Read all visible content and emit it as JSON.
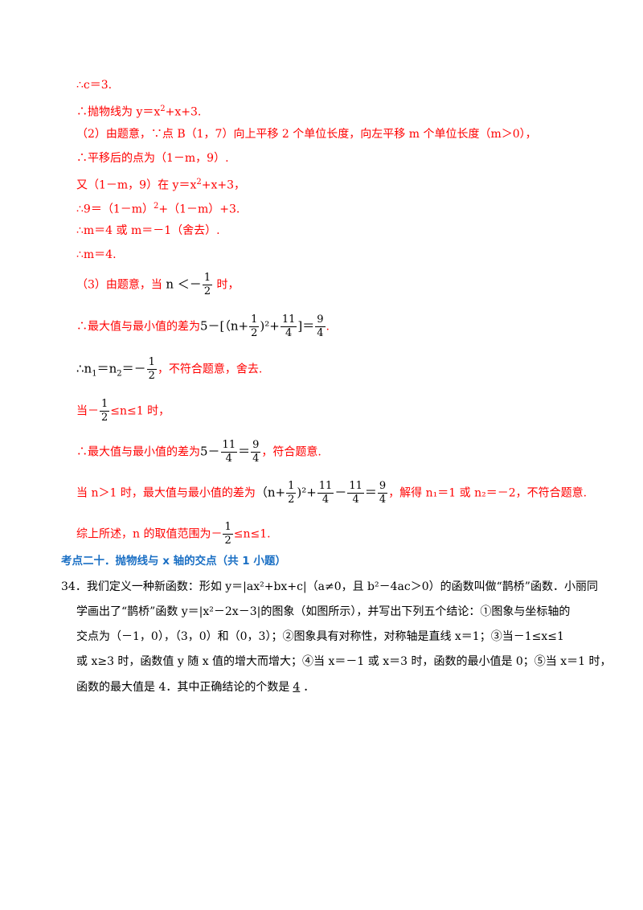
{
  "lines": {
    "l1": "∴c＝3.",
    "l2_prefix": "∴抛物线为 y＝x",
    "l2_suffix": "+x+3.",
    "l3": "（2）由题意，∵点 B（1，7）向上平移 2 个单位长度，向左平移 m 个单位长度（m＞0），",
    "l4": "∴平移后的点为（1－m，9）.",
    "l5_prefix": "又（1－m，9）在 y＝x",
    "l5_suffix": "+x+3，",
    "l6_prefix": "∴9＝（1－m）",
    "l6_suffix": "+（1－m）+3.",
    "l7": "∴m＝4 或 m＝－1（舍去）.",
    "l8": "∴m＝4.",
    "l9_prefix": "（3）由题意，当",
    "l9_var": "n ＜－",
    "l9_suffix": "时，",
    "l10_prefix": "∴最大值与最小值的差为",
    "l10_expr1": "5－[（n+",
    "l10_expr2": ")²+",
    "l10_expr3": "]＝",
    "l10_suffix": ".",
    "l11_prefix": "∴n",
    "l11_mid": "＝n",
    "l11_eq": "＝－",
    "l11_suffix": "，不符合题意，舍去.",
    "l12_prefix": "当－",
    "l12_suffix": "≤n≤1 时，",
    "l13_prefix": "∴最大值与最小值的差为",
    "l13_expr": "5－",
    "l13_eq": "＝",
    "l13_suffix": "，符合题意.",
    "l14_prefix": "当 n＞1 时，最大值与最小值的差为",
    "l14_expr1": "（n+",
    "l14_expr2": ")²+",
    "l14_minus": "－",
    "l14_eq": "＝",
    "l14_suffix": "，解得 n₁＝1 或 n₂＝－2，不符合题意.",
    "l15_prefix": "综上所述，n 的取值范围为－",
    "l15_suffix": "≤n≤1.",
    "heading": "考点二十．抛物线与 x 轴的交点（共 1 小题）",
    "q1": "34．我们定义一种新函数：形如 y＝|ax²+bx+c|（a≠0，且 b²－4ac＞0）的函数叫做“鹊桥”函数．小丽同",
    "q2": "学画出了“鹊桥”函数 y＝|x²－2x－3|的图象（如图所示），并写出下列五个结论：①图象与坐标轴的",
    "q3": "交点为（－1，0），（3，0）和（0，3）；②图象具有对称性，对称轴是直线 x＝1；③当－1≤x≤1",
    "q4": "或 x≥3 时，函数值 y 随 x 值的增大而增大；④当 x＝－1 或 x＝3 时，函数的最小值是 0；⑤当 x＝1 时，",
    "q5_prefix": "函数的最大值是 4．其中正确结论的个数是",
    "q5_answer": "4",
    "q5_suffix": "．"
  },
  "fractions": {
    "half_num": "1",
    "half_den": "2",
    "eleven_quarter_num": "11",
    "eleven_quarter_den": "4",
    "nine_quarter_num": "9",
    "nine_quarter_den": "4"
  },
  "sup": {
    "two": "2"
  },
  "sub": {
    "one": "1",
    "two": "2"
  }
}
